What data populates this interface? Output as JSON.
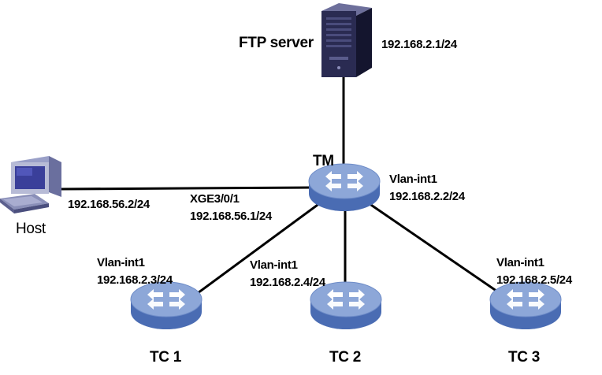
{
  "diagram": {
    "nodes": {
      "ftp_server": {
        "label": "FTP server",
        "ip": "192.168.2.1/24"
      },
      "host": {
        "label": "Host",
        "ip": "192.168.56.2/24"
      },
      "tm": {
        "label": "TM",
        "interface": "Vlan-int1",
        "ip": "192.168.2.2/24",
        "port": "XGE3/0/1",
        "port_ip": "192.168.56.1/24"
      },
      "tc1": {
        "label": "TC 1",
        "interface": "Vlan-int1",
        "ip": "192.168.2.3/24"
      },
      "tc2": {
        "label": "TC 2",
        "interface": "Vlan-int1",
        "ip": "192.168.2.4/24"
      },
      "tc3": {
        "label": "TC 3",
        "interface": "Vlan-int1",
        "ip": "192.168.2.5/24"
      }
    },
    "links": [
      {
        "from": "tm",
        "to": "ftp_server"
      },
      {
        "from": "tm",
        "to": "host"
      },
      {
        "from": "tm",
        "to": "tc1"
      },
      {
        "from": "tm",
        "to": "tc2"
      },
      {
        "from": "tm",
        "to": "tc3"
      }
    ],
    "colors": {
      "switch_top": "#8da7d8",
      "switch_side": "#4a6cb3",
      "link": "#000000",
      "server_body": "#2a2b52",
      "host_screen": "#3a3f9a"
    }
  }
}
